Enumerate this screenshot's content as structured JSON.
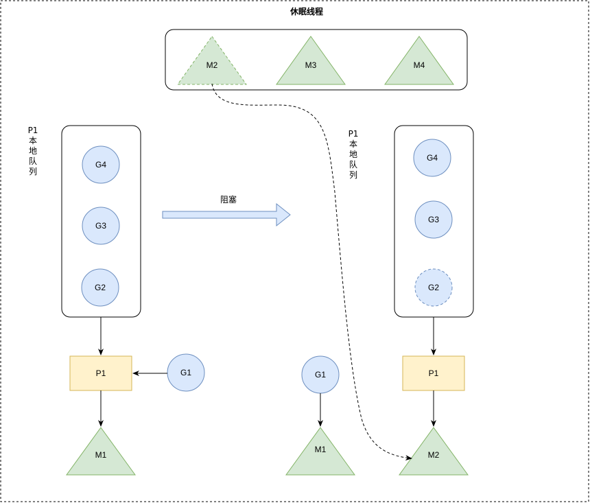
{
  "title": "休眠线程",
  "arrow_label": "阻塞",
  "queue_label_left": "P1本地队列",
  "queue_label_right": "P1本地队列",
  "sleep_pool": {
    "m2": "M2",
    "m3": "M3",
    "m4": "M4"
  },
  "left": {
    "queue": {
      "g4": "G4",
      "g3": "G3",
      "g2": "G2"
    },
    "p": "P1",
    "g_external": "G1",
    "m": "M1"
  },
  "right": {
    "queue": {
      "g4": "G4",
      "g3": "G3",
      "g2": "G2"
    },
    "p": "P1",
    "g_running": "G1",
    "m_running": "M1",
    "m_new": "M2"
  },
  "colors": {
    "goroutine_fill": "#dae8fc",
    "goroutine_stroke": "#6c8ebf",
    "processor_fill": "#fff2cc",
    "processor_stroke": "#d6b656",
    "thread_fill": "#d5e8d4",
    "thread_stroke": "#82b366",
    "arrow_fill": "#dae8fc"
  }
}
